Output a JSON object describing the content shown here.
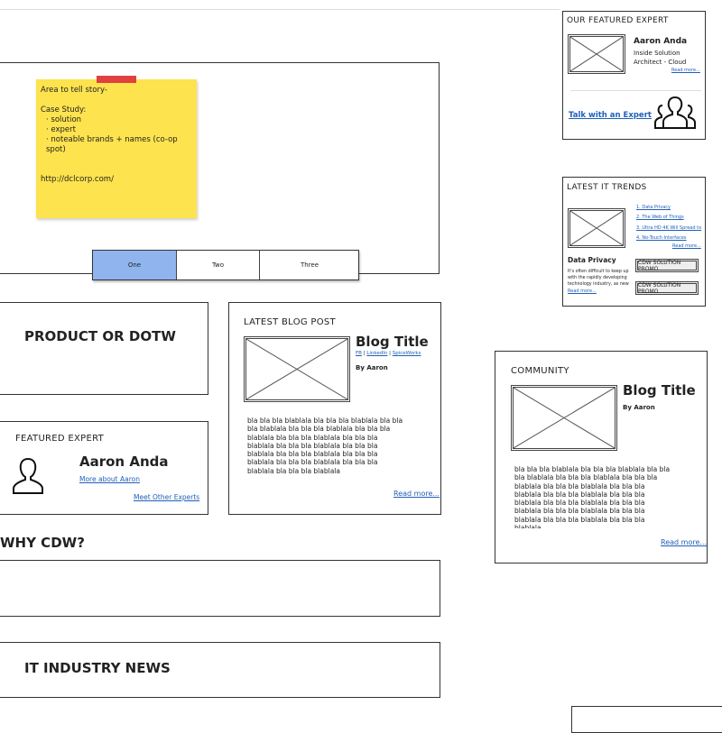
{
  "hero": {
    "note_lines": [
      "Area to tell story-",
      "",
      "Case Study:",
      "solution",
      "expert",
      "noteable brands + names (co-op spot)",
      "",
      "http://dclcorp.com/"
    ],
    "tabs": [
      {
        "label": "One",
        "selected": true
      },
      {
        "label": "Two"
      },
      {
        "label": "Three"
      }
    ]
  },
  "product": {
    "title": "PRODUCT OR DOTW"
  },
  "featured_expert": {
    "heading": "FEATURED EXPERT",
    "name": "Aaron Anda",
    "more": "More about Aaron",
    "other": "Meet Other Experts"
  },
  "blog": {
    "heading": "LATEST BLOG POST",
    "title": "Blog Title",
    "links": [
      "FB",
      "LinkedIn",
      "SpiceWorks"
    ],
    "author": "By Aaron",
    "body": "bla bla bla blablala bla bla bla blablala bla bla bla blablala bla bla bla blablala bla bla bla blablala bla bla bla blablala bla bla bla blablala bla bla bla blablala bla bla bla blablala bla bla bla blablala bla bla bla blablala bla bla bla blablala bla bla bla blablala bla bla bla blablala",
    "read_more": "Read more..."
  },
  "why": {
    "title": "WHY CDW?"
  },
  "news": {
    "title": "IT INDUSTRY NEWS"
  },
  "community": {
    "heading": "COMMUNITY",
    "title": "Blog Title",
    "author": "By Aaron",
    "body": "bla bla bla blablala bla bla bla blablala bla bla bla blablala bla bla bla blablala bla bla bla blablala bla bla bla blablala bla bla bla blablala bla bla bla blablala bla bla bla blablala bla bla bla blablala bla bla bla blablala bla bla bla blablala bla bla bla blablala bla bla bla blablala bla bla bla blablala",
    "read_more": "Read more..."
  },
  "our_expert": {
    "heading": "OUR FEATURED EXPERT",
    "name": "Aaron Anda",
    "role": "Inside Solution Architect - Cloud",
    "read_more": "Read more...",
    "talk": "Talk with an Expert"
  },
  "trends": {
    "heading": "LATEST IT TRENDS",
    "items": [
      "1. Data Privacy",
      "2. The Web of Things",
      "3. Ultra HD 4K Will Spread to",
      "4. No-Touch Interfaces"
    ],
    "read_more": "Read more...",
    "feature_title": "Data Privacy",
    "feature_text": "It's often difficult to keep up with the rapidly developing technology industry, as new",
    "feature_more": "Read more...",
    "promos": [
      "CDW SOLUTION PROMO",
      "CDW SOLUTION PROMO"
    ]
  }
}
